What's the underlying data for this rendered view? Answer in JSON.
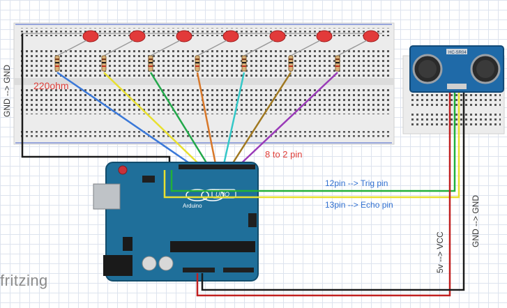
{
  "labels": {
    "resistor": "220ohm",
    "digital_pins": "8 to 2 pin",
    "trig": "12pin --> Trig pin",
    "echo": "13pin --> Echo pin",
    "gnd_left": "GND --> GND",
    "vcc": "5v --> VCC",
    "gnd_right": "GND --> GND"
  },
  "branding": {
    "logo": "fritzing"
  },
  "board": {
    "name": "Arduino",
    "model": "UNO"
  },
  "sensor": {
    "model": "HC-SR04"
  },
  "colors": {
    "led": "#e23a3a",
    "wire_black": "#1a1a1a",
    "wire_red": "#c02020",
    "wire_green": "#22b03a",
    "wire_yellow": "#e8e030",
    "board": "#1f6f9a",
    "sensor": "#1f6aa8",
    "breadboard": "#e9e9e9",
    "label_red": "#e0403a",
    "label_blue": "#2f6fd0"
  },
  "led_wire_colors": [
    "#3a78d8",
    "#e8e030",
    "#22a84a",
    "#d8782a",
    "#34c8c8",
    "#a07820",
    "#9a3ab8"
  ],
  "component_counts": {
    "leds": 7,
    "resistors": 7
  }
}
